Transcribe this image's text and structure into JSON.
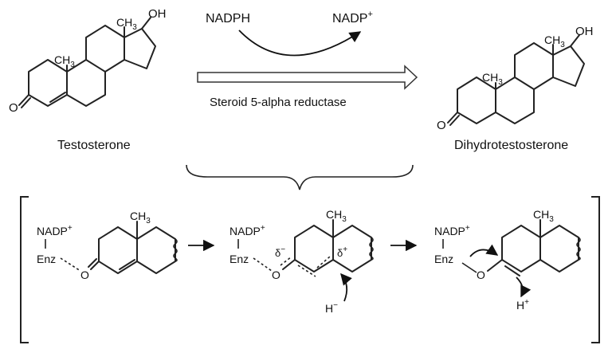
{
  "top": {
    "reactant": "Testosterone",
    "product": "Dihydrotestosterone",
    "cofactor_in": "NADPH",
    "cofactor_out": "NADP",
    "cofactor_out_charge": "+",
    "enzyme": "Steroid 5-alpha reductase"
  },
  "atoms": {
    "oh": "OH",
    "me": "CH",
    "me_sub": "3",
    "o": "O"
  },
  "mechanism": {
    "nadp": "NADP",
    "plus": "+",
    "enz": "Enz",
    "o": "O",
    "delta": "δ",
    "minus": "−",
    "hydride": "H",
    "proton": "H"
  }
}
